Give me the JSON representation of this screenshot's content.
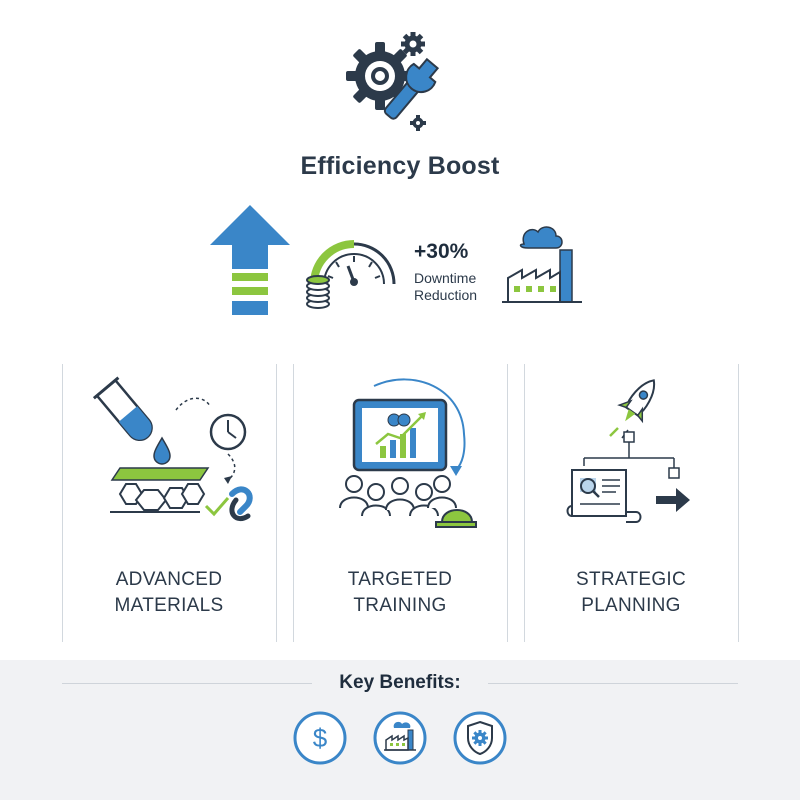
{
  "header": {
    "title": "Efficiency Boost",
    "icon": "gears-wrench-icon"
  },
  "stats": {
    "value": "+30%",
    "label_line1": "Downtime",
    "label_line2": "Reduction",
    "icons": [
      "up-arrow-icon",
      "gauge-coins-icon",
      "factory-icon"
    ]
  },
  "cards": [
    {
      "line1": "ADVANCED",
      "line2": "MATERIALS",
      "icon": "materials-lab-icon"
    },
    {
      "line1": "TARGETED",
      "line2": "TRAINING",
      "icon": "training-screen-icon"
    },
    {
      "line1": "STRATEGIC",
      "line2": "PLANNING",
      "icon": "strategy-rocket-icon"
    }
  ],
  "benefits": {
    "title": "Key Benefits:",
    "icons": [
      "dollar-icon",
      "factory-icon",
      "shield-gear-icon"
    ]
  },
  "colors": {
    "blue": "#3a86c8",
    "green": "#8cc63f",
    "dark": "#2c3a4a",
    "divider": "#d2d8de",
    "band": "#f1f2f4"
  }
}
